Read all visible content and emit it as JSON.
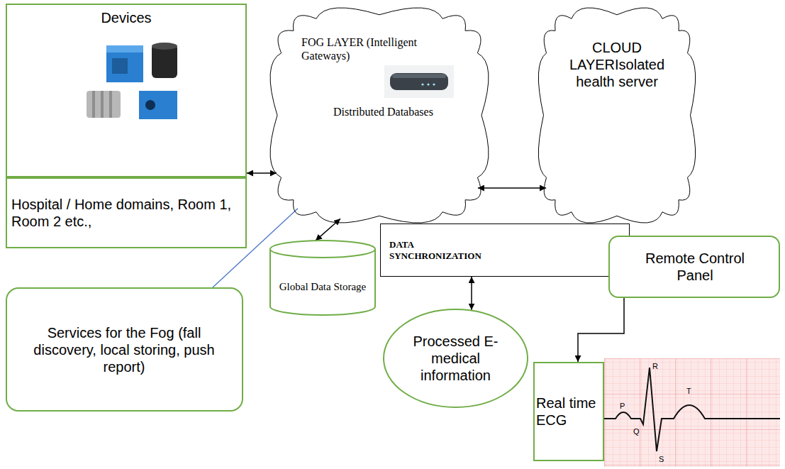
{
  "diagram": {
    "nodes": [
      {
        "text": [
          "Devices"
        ]
      },
      {
        "text": [
          "FOG LAYER (Intelligent Gateways)",
          "Distributed Databases"
        ]
      },
      {
        "text": [
          "CLOUD LAYERIsolated health server"
        ]
      },
      {
        "text": [
          "Hospital / Home domains, Room 1, Room 2 etc.,"
        ]
      },
      {
        "text": [
          "DATA SYNCHRONIZATION"
        ]
      },
      {
        "text": [
          "Global Data Storage"
        ]
      },
      {
        "text": [
          "Remote Control Panel"
        ]
      },
      {
        "text": [
          "Services for the Fog (fall discovery, local storing, push report)"
        ]
      },
      {
        "text": [
          "Processed E-medical information"
        ]
      },
      {
        "text": [
          "Real time ECG"
        ]
      }
    ],
    "edges": [
      {
        "from": 0,
        "to": 1,
        "arrow": "both"
      },
      {
        "from": 1,
        "to": 2,
        "arrow": "both"
      },
      {
        "from": 1,
        "to": 5,
        "arrow": "both"
      },
      {
        "from": 4,
        "to": 8,
        "arrow": "both"
      },
      {
        "from": 7,
        "to": 1,
        "arrow": "none"
      },
      {
        "from": 6,
        "to": 9,
        "arrow": "to"
      }
    ],
    "labels": [
      "R",
      "P",
      "T",
      "Q",
      "S"
    ]
  }
}
